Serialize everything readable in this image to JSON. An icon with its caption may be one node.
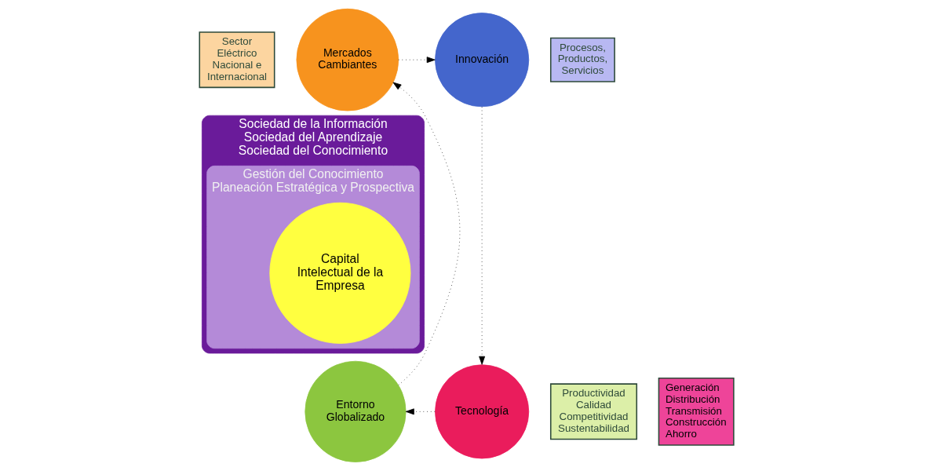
{
  "diagram": {
    "nodes": [
      {
        "text": [
          "Sociedad de la Información",
          "Sociedad del Aprendizaje",
          "Sociedad del Conocimiento"
        ]
      },
      {
        "text": [
          "Gestión del Conocimiento",
          "Planeación Estratégica y Prospectiva"
        ],
        "in": 0
      },
      {
        "text": [
          "Capital Intelectual de la Empresa"
        ],
        "in": 1
      },
      {
        "text": [
          "Mercados Cambiantes"
        ]
      },
      {
        "text": [
          "Innovación"
        ]
      },
      {
        "text": [
          "Tecnología"
        ]
      },
      {
        "text": [
          "Entorno Globalizado"
        ]
      },
      {
        "text": [
          "Sector Eléctrico Nacional e Internacional"
        ]
      },
      {
        "text": [
          "Procesos, Productos, Servicios"
        ]
      },
      {
        "text": [
          "Generación",
          "Distribución",
          "Transmisión",
          "Construcción",
          "Ahorro"
        ]
      },
      {
        "text": [
          "Productividad",
          "Calidad",
          "Competitividad",
          "Sustentabilidad"
        ]
      }
    ],
    "edges": [
      {
        "from": 3,
        "to": 4,
        "arrow": "to",
        "style": "dashed"
      },
      {
        "from": 4,
        "to": 5,
        "arrow": "to",
        "style": "dashed"
      },
      {
        "from": 5,
        "to": 6,
        "arrow": "to",
        "style": "dashed"
      },
      {
        "from": 6,
        "to": 3,
        "arrow": "to",
        "style": "dashed"
      }
    ]
  }
}
